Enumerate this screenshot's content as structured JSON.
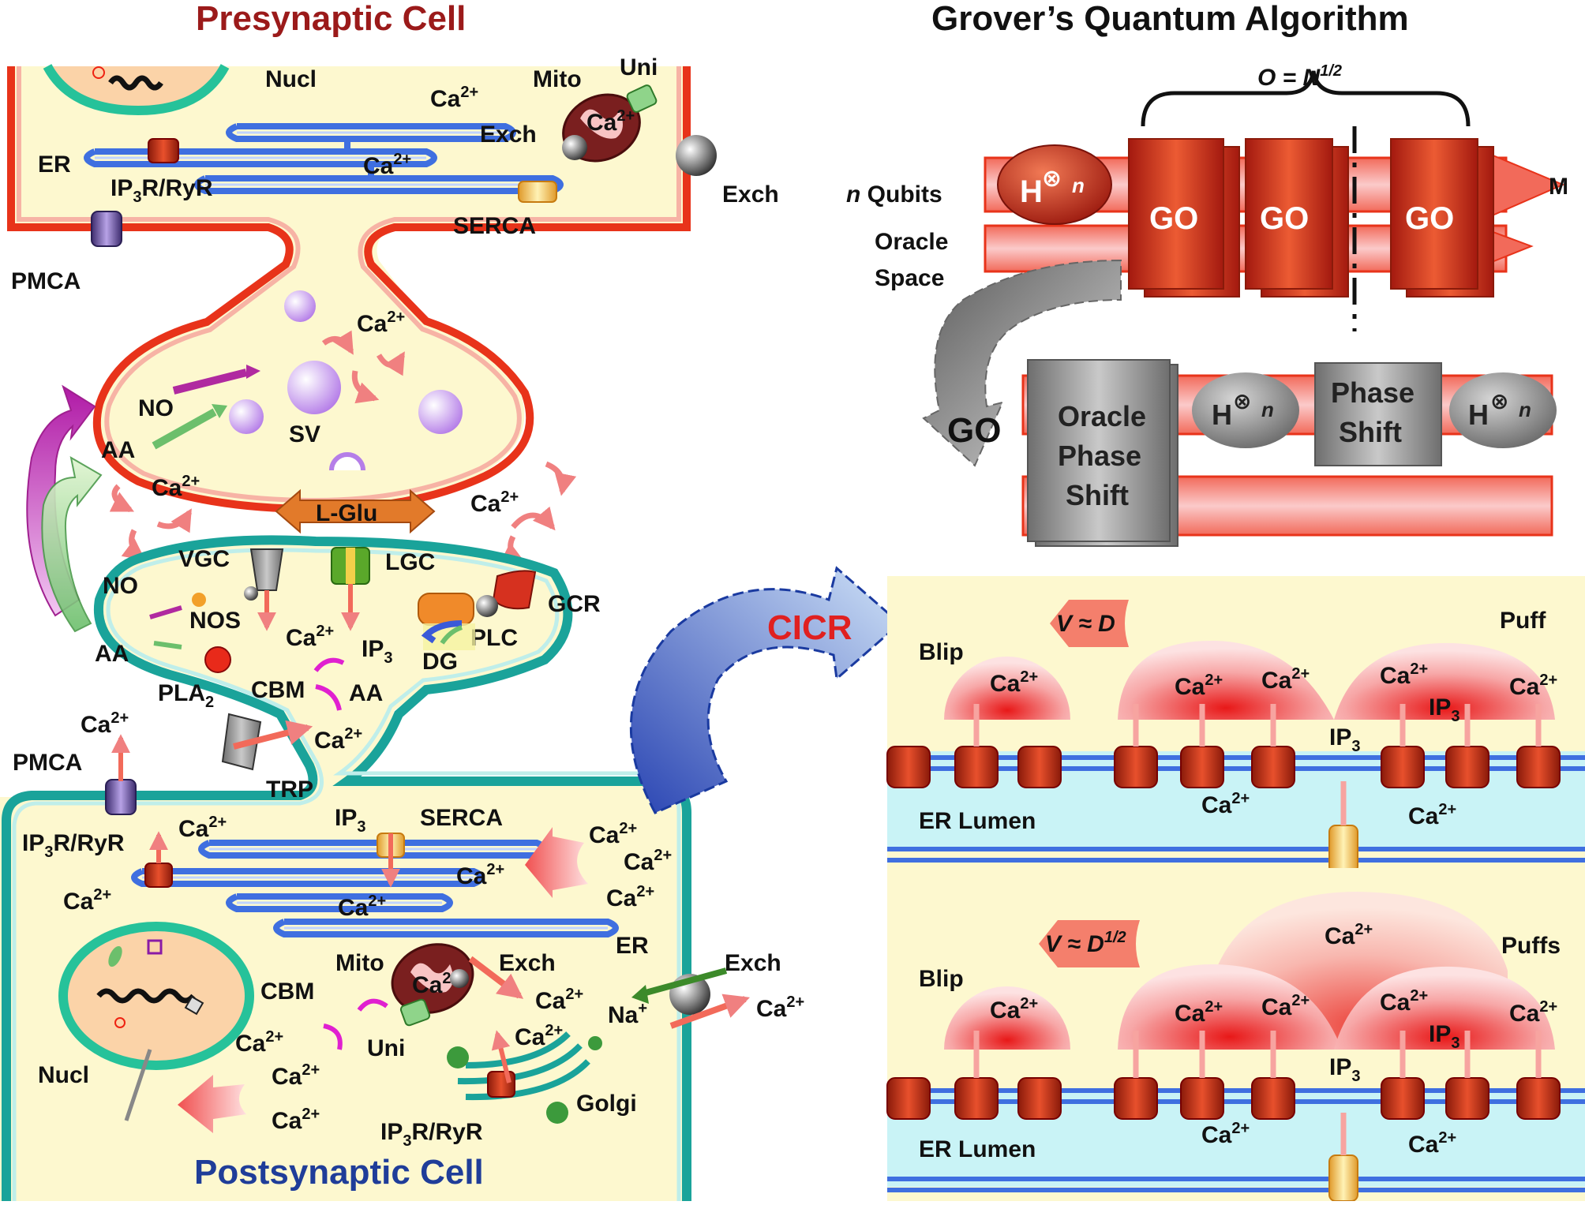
{
  "titles": {
    "presynaptic": "Presynaptic Cell",
    "postsynaptic": "Postsynaptic Cell",
    "grover": "Grover’s Quantum Algorithm",
    "cicr": "CICR"
  },
  "colors": {
    "presynaptic_title": "#9b1a1a",
    "postsynaptic_title": "#1f3d99",
    "cicr": "#e02020",
    "membrane_pre": "#e8331a",
    "membrane_post": "#1aa39a",
    "cytosol": "#fdf8cf",
    "er": "#3f6fe0",
    "go_block": "#d6311f",
    "gray_block": "#8c8c8c",
    "er_lumen": "#c9f3f6"
  },
  "grover": {
    "complexity": "O = N",
    "complexity_exp": "1/2",
    "n_qubits_italic": "n",
    "n_qubits_text": " Qubits",
    "oracle_line1": "Oracle",
    "oracle_line2": "Space",
    "hadamard": "H",
    "tensor": "⊗",
    "n": "n",
    "go_label": "GO",
    "measure": "M",
    "go_big": "GO",
    "oracle_phase_shift": [
      "Oracle",
      "Phase",
      "Shift"
    ],
    "phase_shift": [
      "Phase",
      "Shift"
    ]
  },
  "presynaptic": {
    "nucl": "Nucl",
    "ca": "Ca",
    "charge": "2+",
    "mito": "Mito",
    "uni": "Uni",
    "exch_inner": "Exch",
    "exch_outer": "Exch",
    "er": "ER",
    "ip3r_a": "IP",
    "ip3r_sub": "3",
    "ip3r_b": "R/RyR",
    "serca": "SERCA",
    "pmca": "PMCA",
    "no": "NO",
    "aa": "AA",
    "sv": "SV"
  },
  "synapse": {
    "lglu": "L-Glu",
    "vgc": "VGC",
    "lgc": "LGC",
    "gcr": "GCR",
    "no": "NO",
    "nos": "NOS",
    "aa": "AA",
    "plc": "PLC",
    "dg": "DG",
    "ip3": "IP",
    "ip3_sub": "3",
    "pla2": "PLA",
    "pla2_sub": "2",
    "cbm": "CBM",
    "aa2": "AA",
    "trp": "TRP"
  },
  "postsynaptic": {
    "pmca": "PMCA",
    "ip3r_a": "IP",
    "ip3r_sub": "3",
    "ip3r_b": "R/RyR",
    "ip3": "IP",
    "ip3_sub": "3",
    "serca": "SERCA",
    "er": "ER",
    "mito": "Mito",
    "exch1": "Exch",
    "exch2": "Exch",
    "cbm": "CBM",
    "uni": "Uni",
    "na": "Na",
    "na_charge": "+",
    "golgi": "Golgi",
    "nucl": "Nucl",
    "ip3r2_a": "IP",
    "ip3r2_sub": "3",
    "ip3r2_b": "R/RyR"
  },
  "cicr_panel_top": {
    "velocity_v": "V",
    "velocity_rel": " ≈ ",
    "velocity_d": "D",
    "velocity_exp": "",
    "blip": "Blip",
    "puff": "Puff",
    "ip3": "IP",
    "ip3_sub": "3",
    "er_lumen": "ER Lumen"
  },
  "cicr_panel_bottom": {
    "velocity_v": "V",
    "velocity_rel": " ≈ ",
    "velocity_d": "D",
    "velocity_exp": "1/2",
    "blip": "Blip",
    "puffs": "Puffs",
    "ip3": "IP",
    "ip3_sub": "3",
    "er_lumen": "ER Lumen"
  }
}
